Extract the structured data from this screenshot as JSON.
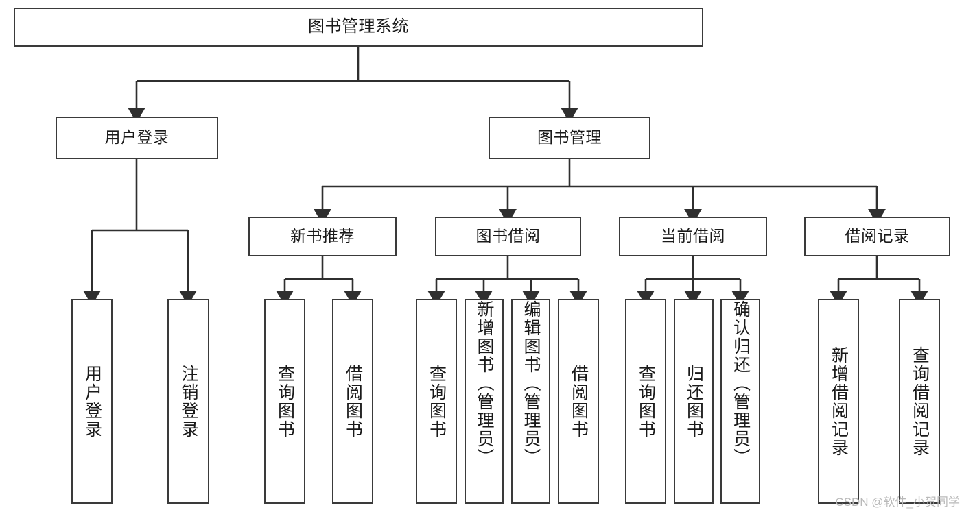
{
  "diagram": {
    "type": "tree",
    "title": "图书管理系统",
    "watermark": "CSDN @软件_小贺同学",
    "colors": {
      "background": "#ffffff",
      "box_border": "#3a3a3a",
      "connector": "#2f2f2f",
      "text": "#1a1a1a",
      "watermark": "#b9b9b9"
    },
    "nodes": {
      "root": {
        "label": "图书管理系统"
      },
      "level2": [
        {
          "label": "用户登录"
        },
        {
          "label": "图书管理"
        }
      ],
      "level3": [
        {
          "label": "新书推荐"
        },
        {
          "label": "图书借阅"
        },
        {
          "label": "当前借阅"
        },
        {
          "label": "借阅记录"
        }
      ],
      "leaves": {
        "user_login": [
          {
            "label": "用户登录"
          },
          {
            "label": "注销登录"
          }
        ],
        "new_book": [
          {
            "label": "查询图书"
          },
          {
            "label": "借阅图书"
          }
        ],
        "book_borrow": [
          {
            "label": "查询图书"
          },
          {
            "label": "新增图书（管理员）"
          },
          {
            "label": "编辑图书（管理员）"
          },
          {
            "label": "借阅图书"
          }
        ],
        "current_borrow": [
          {
            "label": "查询图书"
          },
          {
            "label": "归还图书"
          },
          {
            "label": "确认归还（管理员）"
          }
        ],
        "borrow_record": [
          {
            "label": "新增借阅记录"
          },
          {
            "label": "查询借阅记录"
          }
        ]
      }
    }
  }
}
